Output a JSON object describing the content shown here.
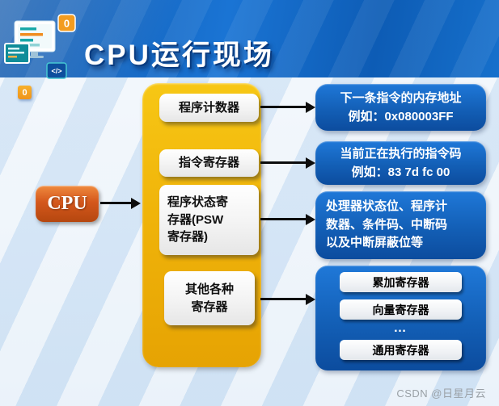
{
  "header": {
    "title": "CPU运行现场",
    "icon_badge_zero": "0",
    "icon_code_glyph": "</>"
  },
  "body_badge_zero": "0",
  "cpu": {
    "label": "CPU"
  },
  "registers": [
    {
      "label": "程序计数器"
    },
    {
      "label": "指令寄存器"
    },
    {
      "lines": [
        "程序状态寄",
        "存器(PSW",
        "寄存器)"
      ]
    },
    {
      "lines": [
        "其他各种",
        "寄存器"
      ]
    }
  ],
  "info_boxes": [
    {
      "lines": [
        "下一条指令的内存地址",
        "例如：0x080003FF"
      ]
    },
    {
      "lines": [
        "当前正在执行的指令码",
        "例如：83 7d fc 00"
      ]
    },
    {
      "lines": [
        "处理器状态位、程序计",
        "数器、条件码、中断码",
        "以及中断屏蔽位等"
      ]
    },
    {
      "items": [
        "累加寄存器",
        "向量寄存器",
        "…",
        "通用寄存器"
      ]
    }
  ],
  "watermark": "CSDN @日星月云",
  "colors": {
    "header_blue": "#1266c8",
    "cpu_orange": "#d4571c",
    "panel_gold": "#f0b40a",
    "info_blue": "#135fb6",
    "badge_amber": "#ef941a"
  }
}
